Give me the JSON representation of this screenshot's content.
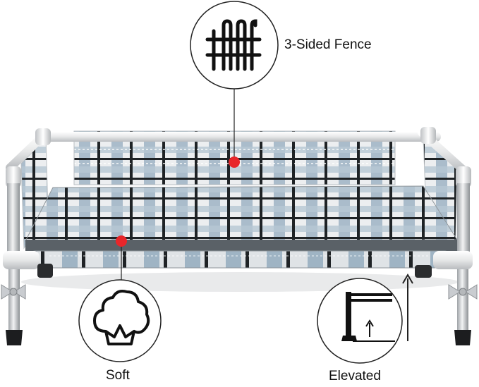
{
  "features": {
    "fence": {
      "label": "3-Sided Fence",
      "icon": "fence-icon"
    },
    "soft": {
      "label": "Soft",
      "icon": "cotton-icon"
    },
    "elevated": {
      "label": "Elevated",
      "icon": "elevated-bed-icon"
    }
  },
  "colors": {
    "fabric_light": "#eceef0",
    "fabric_blue": "#9fb4c4",
    "grid_dark": "#1f2326",
    "frame": "#e9eaeb",
    "leg": "#c9ccd0",
    "marker": "#e8262a",
    "callout_line": "#222222"
  }
}
